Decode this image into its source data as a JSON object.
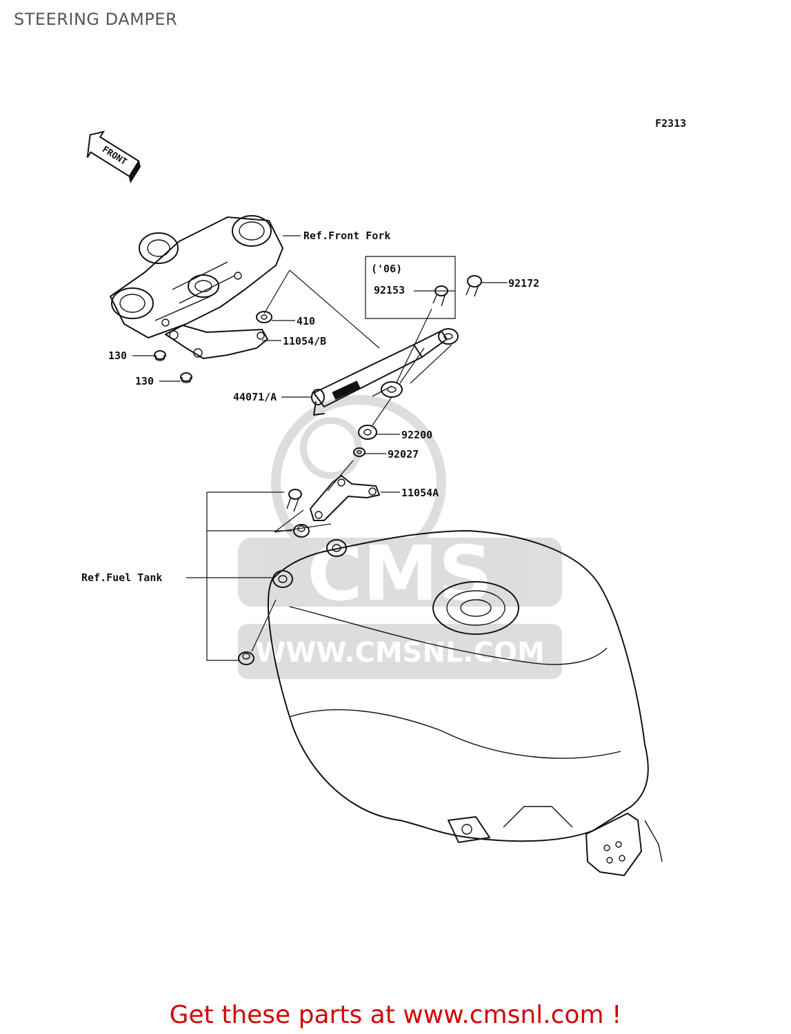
{
  "title": "STEERING DAMPER",
  "figure_code": "F2313",
  "front_arrow_text": "FRONT",
  "watermark": {
    "brand": "CMS",
    "url": "WWW.CMSNL.COM"
  },
  "labels": {
    "front_fork": "Ref.Front Fork",
    "year_note": "('06)",
    "p92153": "92153",
    "p92172": "92172",
    "p410": "410",
    "p11054b": "11054/B",
    "p130a": "130",
    "p130b": "130",
    "p44071a": "44071/A",
    "p92200": "92200",
    "p92027": "92027",
    "p11054a": "11054A",
    "fuel_tank": "Ref.Fuel Tank"
  },
  "footer": "Get these parts at www.cmsnl.com !"
}
